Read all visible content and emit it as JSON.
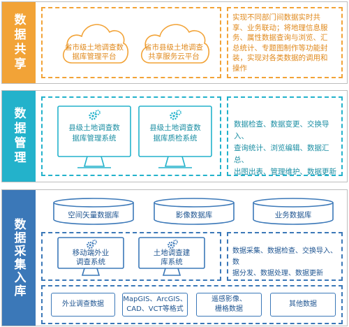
{
  "colors": {
    "share": "#f2a337",
    "manage": "#23b2cb",
    "collect": "#3b78b8"
  },
  "share": {
    "label": "数据共享",
    "cloud1": [
      "省市级土地调查数",
      "据库管理平台"
    ],
    "cloud2": [
      "省市县级土地调查",
      "共享服务云平台"
    ],
    "desc": [
      "实现不同部门间数据实时共",
      "享、业务联动；将地理信息服",
      "务、属性数据查询与浏览、汇",
      "总统计、专题图制作等功能封",
      "装，实现对各类数据的调用和",
      "操作"
    ]
  },
  "manage": {
    "label": "数据管理",
    "mon1": [
      "县级土地调查数",
      "据库管理系统"
    ],
    "mon2": [
      "县级土地调查数",
      "据库质检系统"
    ],
    "desc": [
      "数据检查、数据变更、交换导入、",
      "查询统计、浏览编辑、数据汇总、",
      "出图出表、管理维护、数据更新"
    ]
  },
  "collect": {
    "label": "数据采集入库",
    "cyl1": "空间矢量数据库",
    "cyl2": "影像数据库",
    "cyl3": "业务数据库",
    "mon1": [
      "移动端外业",
      "调查系统"
    ],
    "mon2": [
      "土地调查建",
      "库系统"
    ],
    "desc": [
      "数据采集、数据检查、交换导入、数",
      "据分发、数据处理、数据更新"
    ],
    "sources": [
      [
        "外业调查数据"
      ],
      [
        "MapGIS、ArcGIS、",
        "CAD、VCT等格式"
      ],
      [
        "遥感影像、",
        "栅格数据"
      ],
      [
        "其他数据"
      ]
    ]
  }
}
